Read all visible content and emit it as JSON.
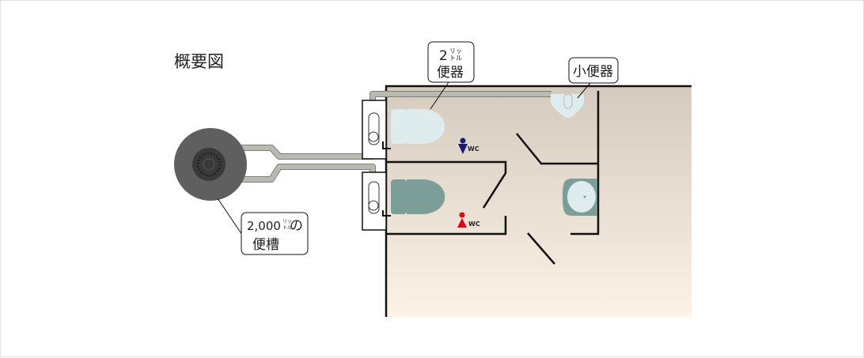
{
  "title": "概要図",
  "labels": {
    "toilet_2l": {
      "number": "2",
      "unit_top": "リッ",
      "unit_bottom": "トル",
      "name": "便器"
    },
    "urinal": "小便器",
    "tank": {
      "number": "2,000",
      "unit_top": "リッ",
      "unit_bottom": "トル",
      "suffix": "の",
      "name": "便槽"
    }
  },
  "signs": {
    "men": "WC",
    "women": "WC"
  },
  "colors": {
    "men": "#1c1c6e",
    "women": "#e60012",
    "toilet_light": "#dfeced",
    "toilet_dark": "#7b9e99",
    "tank": "#5f5f5f"
  }
}
